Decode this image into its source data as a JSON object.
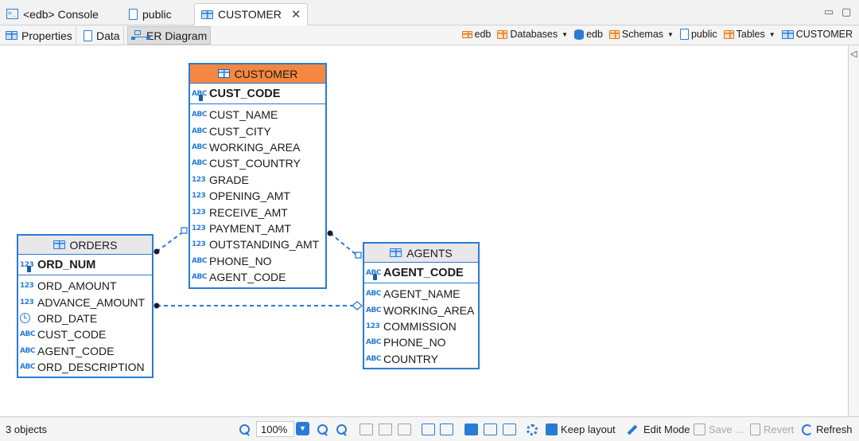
{
  "editor_tabs": [
    {
      "label": "<edb> Console"
    },
    {
      "label": "public"
    },
    {
      "label": "CUSTOMER",
      "close": "✕"
    }
  ],
  "window_controls": {
    "minimize": "▭",
    "maximize": "▢"
  },
  "sub_tabs": [
    {
      "label": "Properties"
    },
    {
      "label": "Data"
    },
    {
      "label": "ER Diagram"
    }
  ],
  "breadcrumb": {
    "connection": "edb",
    "databases": "Databases",
    "database": "edb",
    "schemas": "Schemas",
    "schema": "public",
    "tables": "Tables",
    "table": "CUSTOMER"
  },
  "entities": {
    "customer": {
      "title": "CUSTOMER",
      "pk": {
        "type": "ABC",
        "name": "CUST_CODE"
      },
      "columns": [
        {
          "type": "ABC",
          "name": "CUST_NAME"
        },
        {
          "type": "ABC",
          "name": "CUST_CITY"
        },
        {
          "type": "ABC",
          "name": "WORKING_AREA"
        },
        {
          "type": "ABC",
          "name": "CUST_COUNTRY"
        },
        {
          "type": "123",
          "name": "GRADE"
        },
        {
          "type": "123",
          "name": "OPENING_AMT"
        },
        {
          "type": "123",
          "name": "RECEIVE_AMT"
        },
        {
          "type": "123",
          "name": "PAYMENT_AMT"
        },
        {
          "type": "123",
          "name": "OUTSTANDING_AMT"
        },
        {
          "type": "ABC",
          "name": "PHONE_NO"
        },
        {
          "type": "ABC",
          "name": "AGENT_CODE"
        }
      ]
    },
    "orders": {
      "title": "ORDERS",
      "pk": {
        "type": "123",
        "name": "ORD_NUM"
      },
      "columns": [
        {
          "type": "123",
          "name": "ORD_AMOUNT"
        },
        {
          "type": "123",
          "name": "ADVANCE_AMOUNT"
        },
        {
          "type": "date",
          "name": "ORD_DATE"
        },
        {
          "type": "ABC",
          "name": "CUST_CODE"
        },
        {
          "type": "ABC",
          "name": "AGENT_CODE"
        },
        {
          "type": "ABC",
          "name": "ORD_DESCRIPTION"
        }
      ]
    },
    "agents": {
      "title": "AGENTS",
      "pk": {
        "type": "ABC",
        "name": "AGENT_CODE"
      },
      "columns": [
        {
          "type": "ABC",
          "name": "AGENT_NAME"
        },
        {
          "type": "ABC",
          "name": "WORKING_AREA"
        },
        {
          "type": "123",
          "name": "COMMISSION"
        },
        {
          "type": "ABC",
          "name": "PHONE_NO"
        },
        {
          "type": "ABC",
          "name": "COUNTRY"
        }
      ]
    }
  },
  "status": {
    "objects": "3 objects",
    "zoom": "100%",
    "keep_layout": "Keep layout",
    "edit_mode": "Edit Mode",
    "save": "Save ...",
    "revert": "Revert",
    "refresh": "Refresh"
  },
  "colors": {
    "accent": "#2a7bd4",
    "header_selected": "#f58840",
    "header_default": "#e8e8e8"
  }
}
